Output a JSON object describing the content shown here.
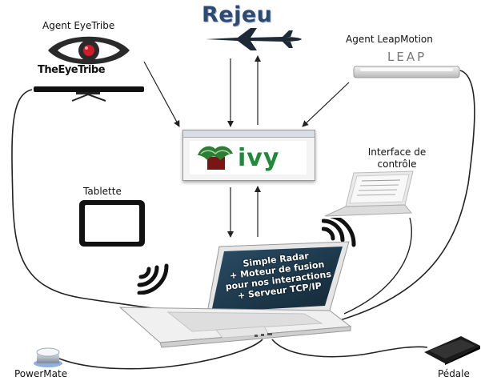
{
  "title": "Rejeu",
  "agents": {
    "eyetribe_label": "Agent EyeTribe",
    "eyetribe_brand": "TheEyeTribe",
    "leap_label": "Agent LeapMotion",
    "leap_text": "LEAP"
  },
  "ivy": {
    "name": "ivy"
  },
  "interface": {
    "line1": "Interface de",
    "line2": "contrôle"
  },
  "tablet_label": "Tablette",
  "laptop_screen": [
    "Simple Radar",
    "+ Moteur de fusion",
    "pour nos interactions",
    "+ Serveur TCP/IP"
  ],
  "powermate_label": "PowerMate",
  "pedal_label": "Pédale",
  "colors": {
    "rejeu_blue": "#2e4a73",
    "ivy_green": "#1e8a3a",
    "eye_red": "#d11a2a",
    "screen_bg": "#1c3a4f"
  }
}
